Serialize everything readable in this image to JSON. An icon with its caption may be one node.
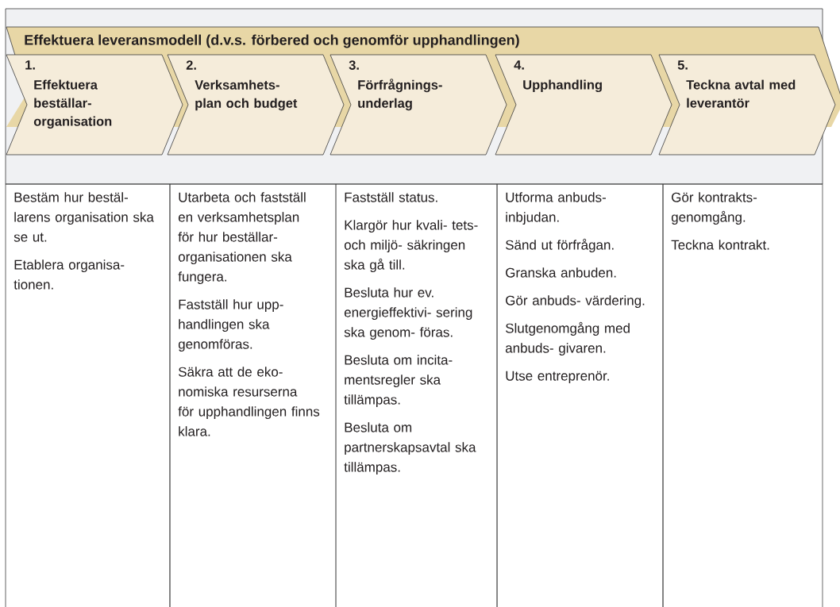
{
  "diagram": {
    "nodes": [
      {
        "text": [
          "Effektuera leveransmodell (d.v.s. förbered och genomför upphandlingen)"
        ]
      },
      {
        "text": [
          "1.",
          "Effektuera beställar- organisation"
        ]
      },
      {
        "text": [
          "2.",
          "Verksamhets- plan och budget"
        ]
      },
      {
        "text": [
          "3.",
          "Förfrågnings- underlag"
        ]
      },
      {
        "text": [
          "4.",
          "Upphandling"
        ]
      },
      {
        "text": [
          "5.",
          "Teckna avtal med leverantör"
        ]
      },
      {
        "text": [
          "Bestäm hur bestäl- larens organisation ska se ut.",
          "Etablera organisa- tionen."
        ]
      },
      {
        "text": [
          "Utarbeta och fastställ en verksamhetsplan för hur beställar- organisationen ska fungera.",
          "Fastställ hur upp- handlingen ska genomföras.",
          "Säkra att de eko- nomiska resurserna för upphandlingen finns klara."
        ]
      },
      {
        "text": [
          "Fastställ status.",
          "Klargör hur kvali- tets- och miljö- säkringen ska gå till.",
          "Besluta hur ev. energieffektivi- sering ska genom- föras.",
          "Besluta om incita- mentsregler ska tillämpas.",
          "Besluta om partnerskapsavtal ska tillämpas."
        ]
      },
      {
        "text": [
          "Utforma anbuds- inbjudan.",
          "Sänd ut förfrågan.",
          "Granska anbuden.",
          "Gör anbuds- värdering.",
          "Slutgenomgång med anbuds- givaren.",
          "Utse entreprenör."
        ]
      },
      {
        "text": [
          "Gör kontrakts- genomgång.",
          "Teckna kontrakt."
        ]
      }
    ]
  }
}
